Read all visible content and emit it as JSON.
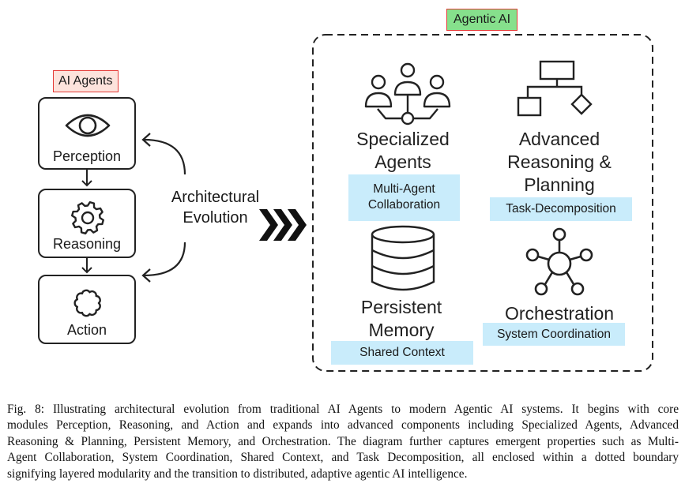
{
  "figure": {
    "left_group": {
      "tag": "AI Agents",
      "tag_colors": {
        "fill": "#fde3dc",
        "border": "#e53935"
      },
      "modules": [
        {
          "label": "Perception",
          "icon": "eye-icon"
        },
        {
          "label": "Reasoning",
          "icon": "gear-icon"
        },
        {
          "label": "Action",
          "icon": "cloud-icon"
        }
      ]
    },
    "transition": {
      "line1": "Architectural",
      "line2": "Evolution",
      "icon": "triple-chevron-right-icon"
    },
    "right_group": {
      "tag": "Agentic AI",
      "tag_colors": {
        "fill": "#86e08c",
        "border": "#e53935"
      },
      "chip_color": "#c9ecfb",
      "components": [
        {
          "title_lines": [
            "Specialized",
            "Agents"
          ],
          "chip_lines": [
            "Multi-Agent",
            "Collaboration"
          ],
          "icon": "multi-agent-network-icon"
        },
        {
          "title_lines": [
            "Advanced",
            "Reasoning &",
            "Planning"
          ],
          "chip_lines": [
            "Task-Decomposition"
          ],
          "icon": "flowchart-icon"
        },
        {
          "title_lines": [
            "Persistent",
            "Memory"
          ],
          "chip_lines": [
            "Shared Context"
          ],
          "icon": "database-icon"
        },
        {
          "title_lines": [
            "Orchestration"
          ],
          "chip_lines": [
            "System Coordination"
          ],
          "icon": "hub-network-icon"
        }
      ]
    }
  },
  "caption": {
    "lines": [
      "Fig. 8: Illustrating architectural evolution from traditional AI Agents to modern Agentic AI systems. It begins with core",
      "modules Perception, Reasoning, and Action and expands into advanced components including Specialized Agents, Advanced",
      "Reasoning & Planning, Persistent Memory, and Orchestration. The diagram further captures emergent properties such as Multi-",
      "Agent Collaboration, System Coordination, Shared Context, and Task Decomposition, all enclosed within a dotted boundary",
      "signifying layered modularity and the transition to distributed, adaptive agentic AI intelligence."
    ]
  }
}
